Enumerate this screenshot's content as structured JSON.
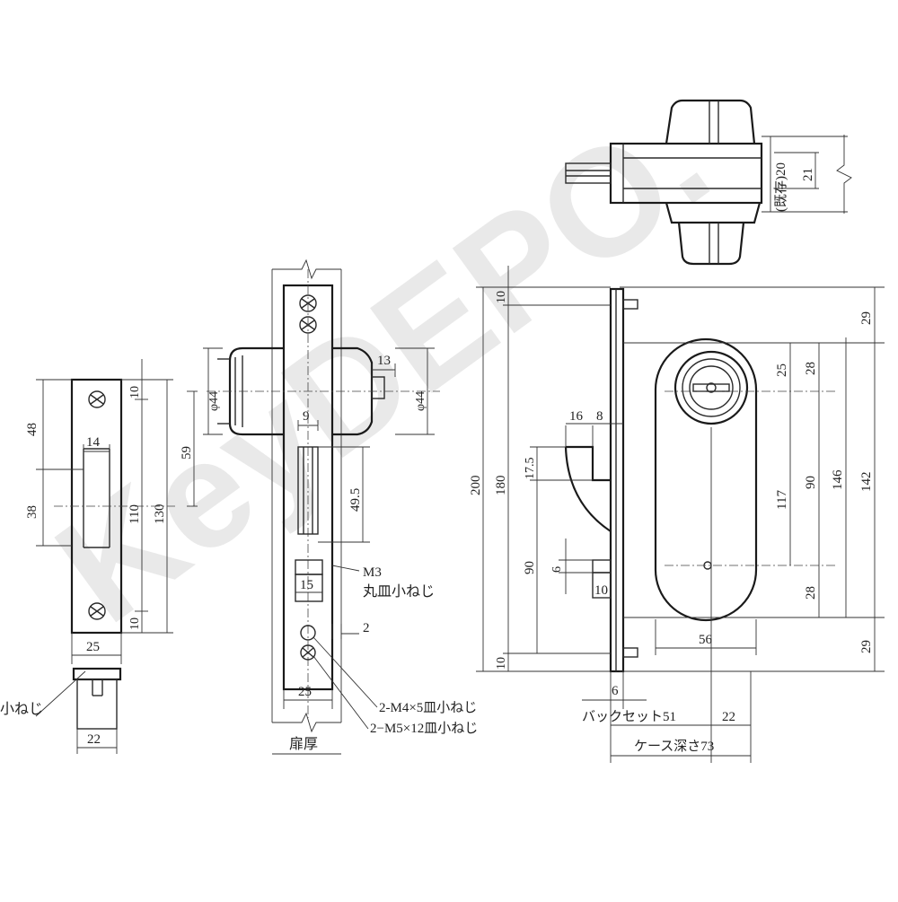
{
  "watermark": "KeyDEPO.",
  "strike_view": {
    "dims": {
      "d48": "48",
      "d14": "14",
      "d38": "38",
      "d10a": "10",
      "d110": "110",
      "d130": "130",
      "d10b": "10",
      "d25": "25",
      "d22": "22"
    },
    "screw_note": "小ねじ"
  },
  "front_view": {
    "dims": {
      "d44a": "φ44",
      "d59": "59",
      "d13": "13",
      "d44b": "φ44",
      "d9": "9",
      "d49_5": "49.5",
      "d15": "15",
      "d2": "2",
      "d25": "25"
    },
    "note_m3": "M3",
    "note_m3_desc": "丸皿小ねじ",
    "note_m4": "2-M4×5皿小ねじ",
    "note_m5": "2−M5×12皿小ねじ",
    "door_thickness": "扉厚"
  },
  "side_view": {
    "dims": {
      "d10a": "10",
      "d200": "200",
      "d180": "180",
      "d16": "16",
      "d8": "8",
      "d17_5": "17.5",
      "d90l": "90",
      "d6a": "6",
      "d10b": "10",
      "d10c": "10",
      "d6b": "6",
      "d25": "25",
      "d28a": "28",
      "d117": "117",
      "d90r": "90",
      "d146": "146",
      "d142": "142",
      "d28b": "28",
      "d29a": "29",
      "d29b": "29",
      "d56": "56",
      "d22": "22"
    },
    "backset": "バックセット51",
    "case_depth": "ケース深さ73"
  },
  "top_view": {
    "dims": {
      "d20": "(既存)20",
      "d21": "21"
    }
  }
}
